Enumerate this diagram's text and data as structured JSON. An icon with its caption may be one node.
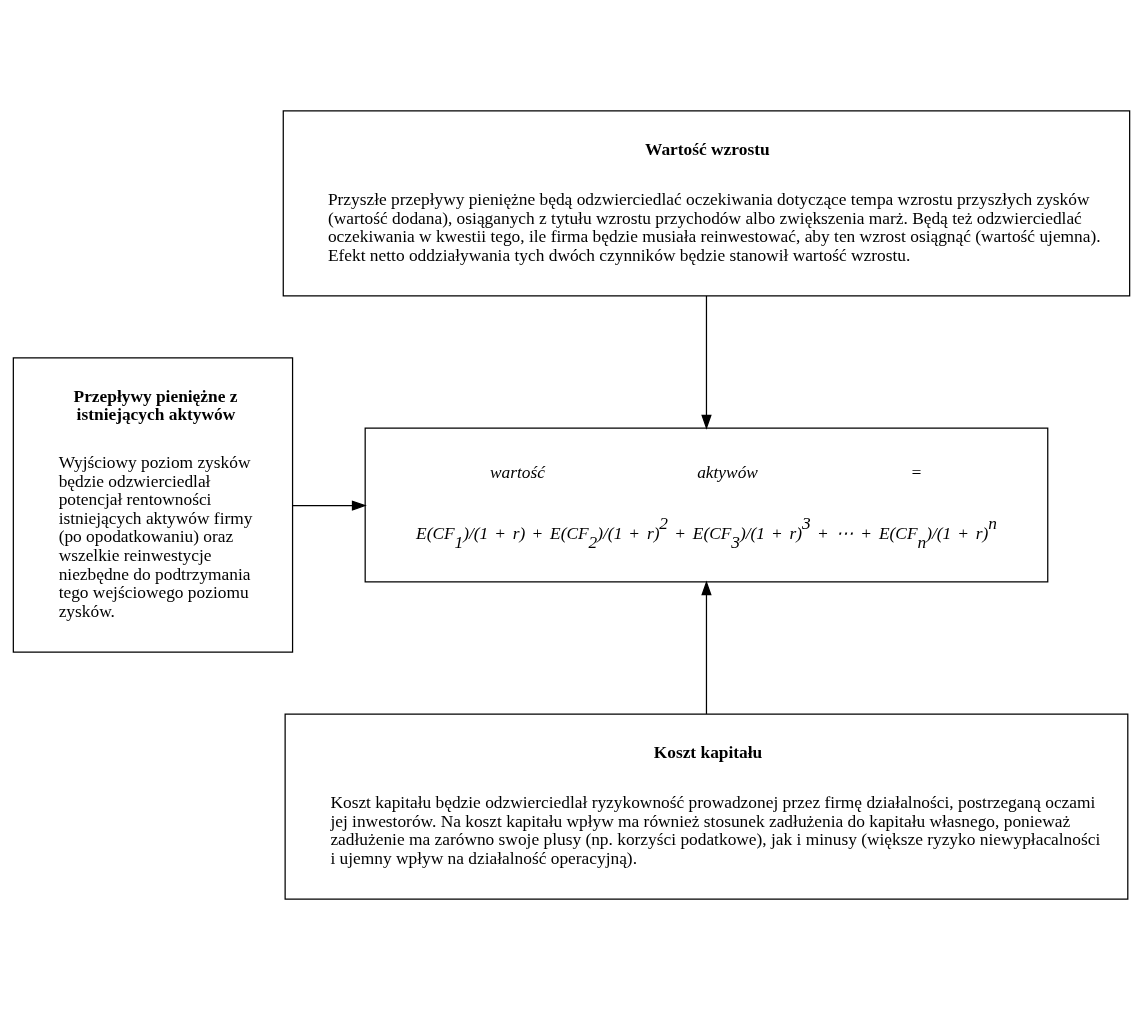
{
  "diagram": {
    "nodes": [
      {
        "text": [
          "Wartość wzrostu",
          "Przyszłe przepływy pieniężne będą odzwierciedlać oczekiwania dotyczące tempa wzrostu przyszłych zysków (wartość dodana), osiąganych z tytułu wzrostu przychodów albo zwiększenia marż. Będą też odzwierciedlać oczekiwania w kwestii tego, ile firma będzie musiała reinwestować, aby ten wzrost osiągnąć (wartość ujemna). Efekt netto oddziaływania tych dwóch czynników będzie stanowił wartość wzrostu."
        ]
      },
      {
        "text": [
          "Przepływy pieniężne z istniejących aktywów",
          "Wyjściowy poziom zysków będzie odzwierciedlał potencjał rentowności istniejących aktywów firmy (po opodatkowaniu) oraz wszelkie reinwestycje niezbędne do podtrzymania tego wejściowego poziomu zysków."
        ]
      },
      {
        "text": [
          "wartość aktywów =",
          "E(CF$_{1}$)/(1 + r) + E(CF$_{2}$)/(1 + r)$^{2}$ + E(CF$_{3}$)/(1 + r)$^{3}$ + ⋯ + E(CF$_{n}$)/(1 + r)$^{n}$"
        ]
      },
      {
        "text": [
          "Koszt kapitału",
          "Koszt kapitału będzie odzwierciedlał ryzykowność prowadzonej przez firmę działalności, postrzeganą oczami jej inwestorów. Na koszt kapitału wpływ ma również stosunek zadłużenia do kapitału własnego, ponieważ zadłużenie ma zarówno swoje plusy (np. korzyści podatkowe), jak i minusy (większe ryzyko niewypłacalności i ujemny wpływ na działalność operacyjną)."
        ]
      }
    ],
    "edges": [
      {
        "from": 0,
        "to": 2,
        "arrow": "to"
      },
      {
        "from": 1,
        "to": 2,
        "arrow": "to"
      },
      {
        "from": 3,
        "to": 2,
        "arrow": "to"
      }
    ]
  }
}
